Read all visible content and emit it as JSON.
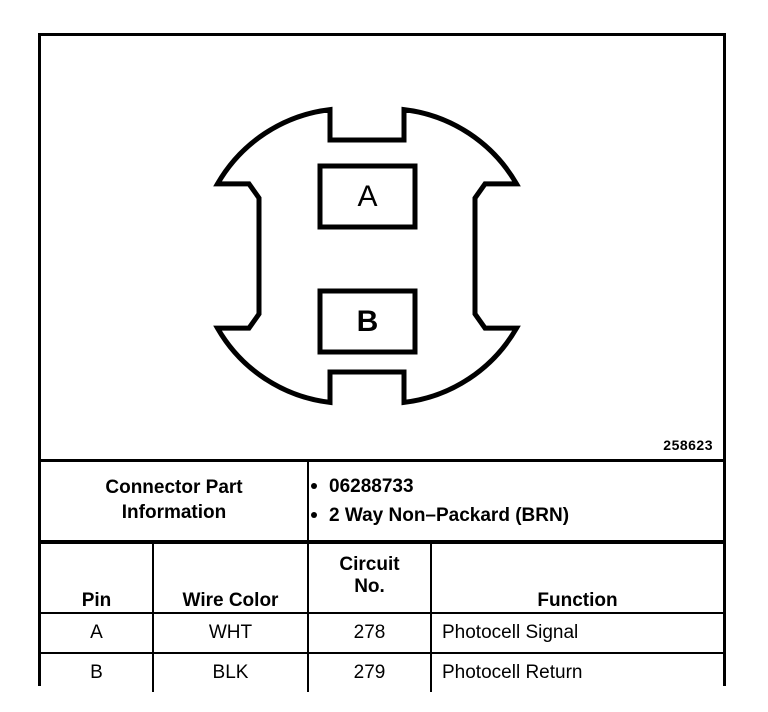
{
  "figure": {
    "reference_number": "258623",
    "colors": {
      "ink": "#000000",
      "background": "#ffffff"
    }
  },
  "connector_diagram": {
    "title": "2-way round connector face view",
    "cavities": [
      {
        "label": "A"
      },
      {
        "label": "B"
      }
    ]
  },
  "part_info": {
    "label_line1": "Connector Part",
    "label_line2": "Information",
    "values": [
      "06288733",
      "2 Way Non–Packard (BRN)"
    ]
  },
  "pin_table": {
    "headers": {
      "pin": "Pin",
      "wire_color": "Wire Color",
      "circuit_no_line1": "Circuit",
      "circuit_no_line2": "No.",
      "function": "Function"
    },
    "rows": [
      {
        "pin": "A",
        "wire_color": "WHT",
        "circuit_no": "278",
        "function": "Photocell Signal"
      },
      {
        "pin": "B",
        "wire_color": "BLK",
        "circuit_no": "279",
        "function": "Photocell Return"
      }
    ]
  }
}
